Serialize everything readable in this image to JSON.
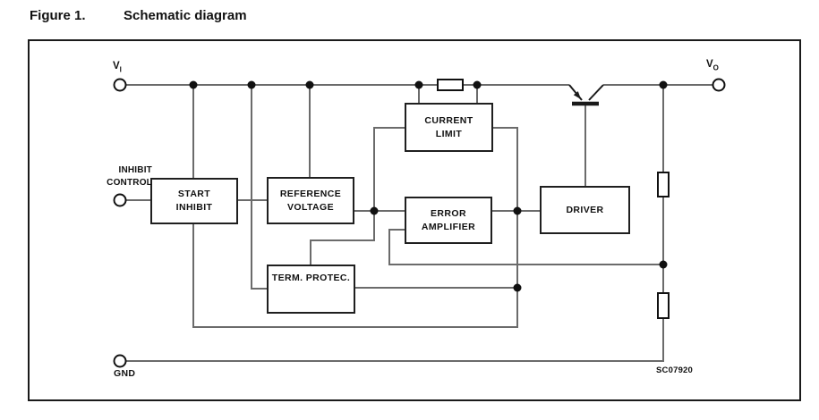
{
  "title": {
    "figure_label": "Figure 1.",
    "figure_name": "Schematic diagram"
  },
  "labels": {
    "input_terminal": {
      "base": "V",
      "sub": "I"
    },
    "output_terminal": {
      "base": "V",
      "sub": "O"
    },
    "ground_terminal": "GND",
    "inhibit_control": {
      "line1": "INHIBIT",
      "line2": "CONTROL"
    },
    "part_code": "SC07920"
  },
  "blocks": {
    "start_inhibit": {
      "line1": "START",
      "line2": "INHIBIT"
    },
    "reference_voltage": {
      "line1": "REFERENCE",
      "line2": "VOLTAGE"
    },
    "current_limit": {
      "line1": "CURRENT",
      "line2": "LIMIT"
    },
    "error_amplifier": {
      "line1": "ERROR",
      "line2": "AMPLIFIER"
    },
    "driver": {
      "line1": "DRIVER"
    },
    "thermal_protection": {
      "line1": "TERM. PROTEC."
    }
  },
  "icons": {
    "pass_transistor": "pnp-transistor-icon",
    "sense_resistor": "resistor-icon",
    "divider_resistor_top": "resistor-icon",
    "divider_resistor_bottom": "resistor-icon",
    "hysteresis": "hysteresis-icon"
  },
  "colors": {
    "wire": "#6b6b6b",
    "ink": "#111111",
    "background": "#ffffff"
  }
}
